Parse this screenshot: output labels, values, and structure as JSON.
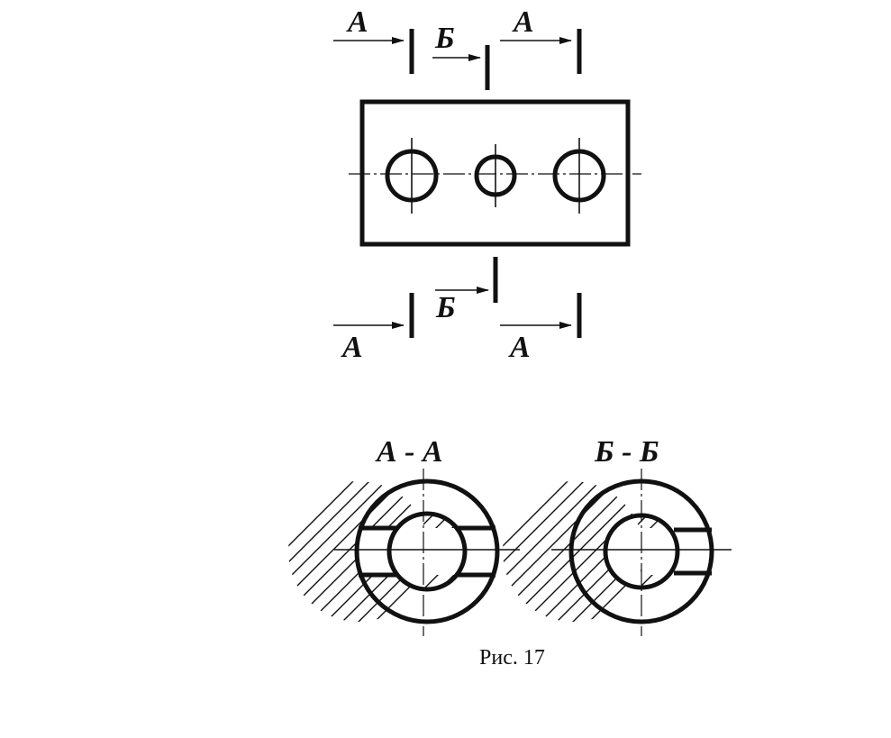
{
  "labels": {
    "section_a": "А",
    "section_b": "Б",
    "view_aa": "А - А",
    "view_bb": "Б - Б"
  },
  "caption": "Рис. 17"
}
